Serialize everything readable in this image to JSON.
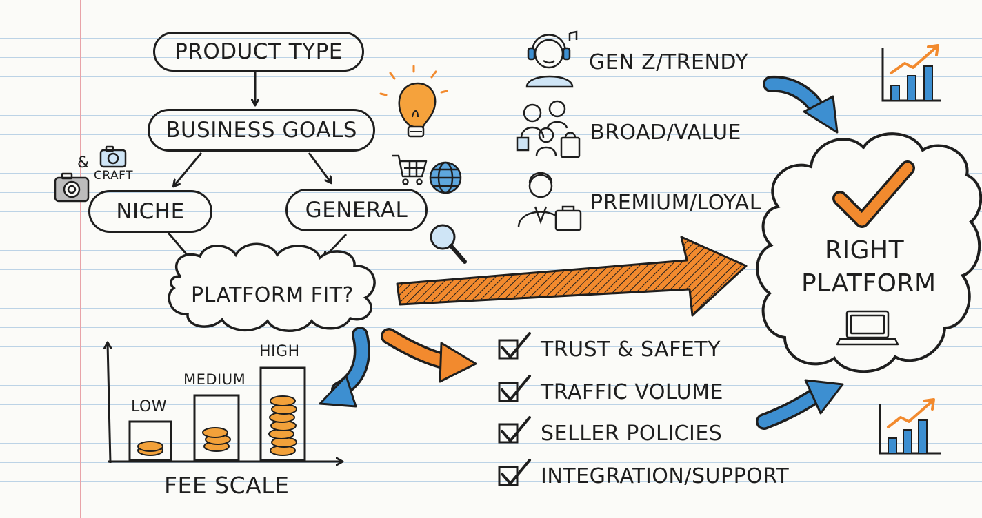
{
  "flow": {
    "product_type": "PRODUCT TYPE",
    "business_goals": "BUSINESS GOALS",
    "niche": "NICHE",
    "general": "GENERAL",
    "platform_fit": "PLATFORM FIT?",
    "craft_ampersand": "&",
    "craft": "CRAFT"
  },
  "fee_scale": {
    "title": "FEE SCALE",
    "bars": [
      {
        "label": "LOW",
        "level": 1
      },
      {
        "label": "MEDIUM",
        "level": 2
      },
      {
        "label": "HIGH",
        "level": 3
      }
    ]
  },
  "audiences": [
    {
      "label": "GEN Z/TRENDY",
      "icon": "headphones-person-icon"
    },
    {
      "label": "BROAD/VALUE",
      "icon": "family-shopping-icon"
    },
    {
      "label": "PREMIUM/LOYAL",
      "icon": "businessman-briefcase-icon"
    }
  ],
  "checklist": [
    {
      "label": "TRUST & SAFETY",
      "checked": true
    },
    {
      "label": "TRAFFIC VOLUME",
      "checked": true
    },
    {
      "label": "SELLER POLICIES",
      "checked": true
    },
    {
      "label": "INTEGRATION/SUPPORT",
      "checked": true
    }
  ],
  "result": {
    "line1": "RIGHT",
    "line2": "PLATFORM"
  },
  "colors": {
    "ink": "#1e1e1e",
    "orange": "#f28a2e",
    "blue": "#3d8fd1",
    "margin_red": "#e8a3a8",
    "rule_blue": "#bcd3e6"
  }
}
